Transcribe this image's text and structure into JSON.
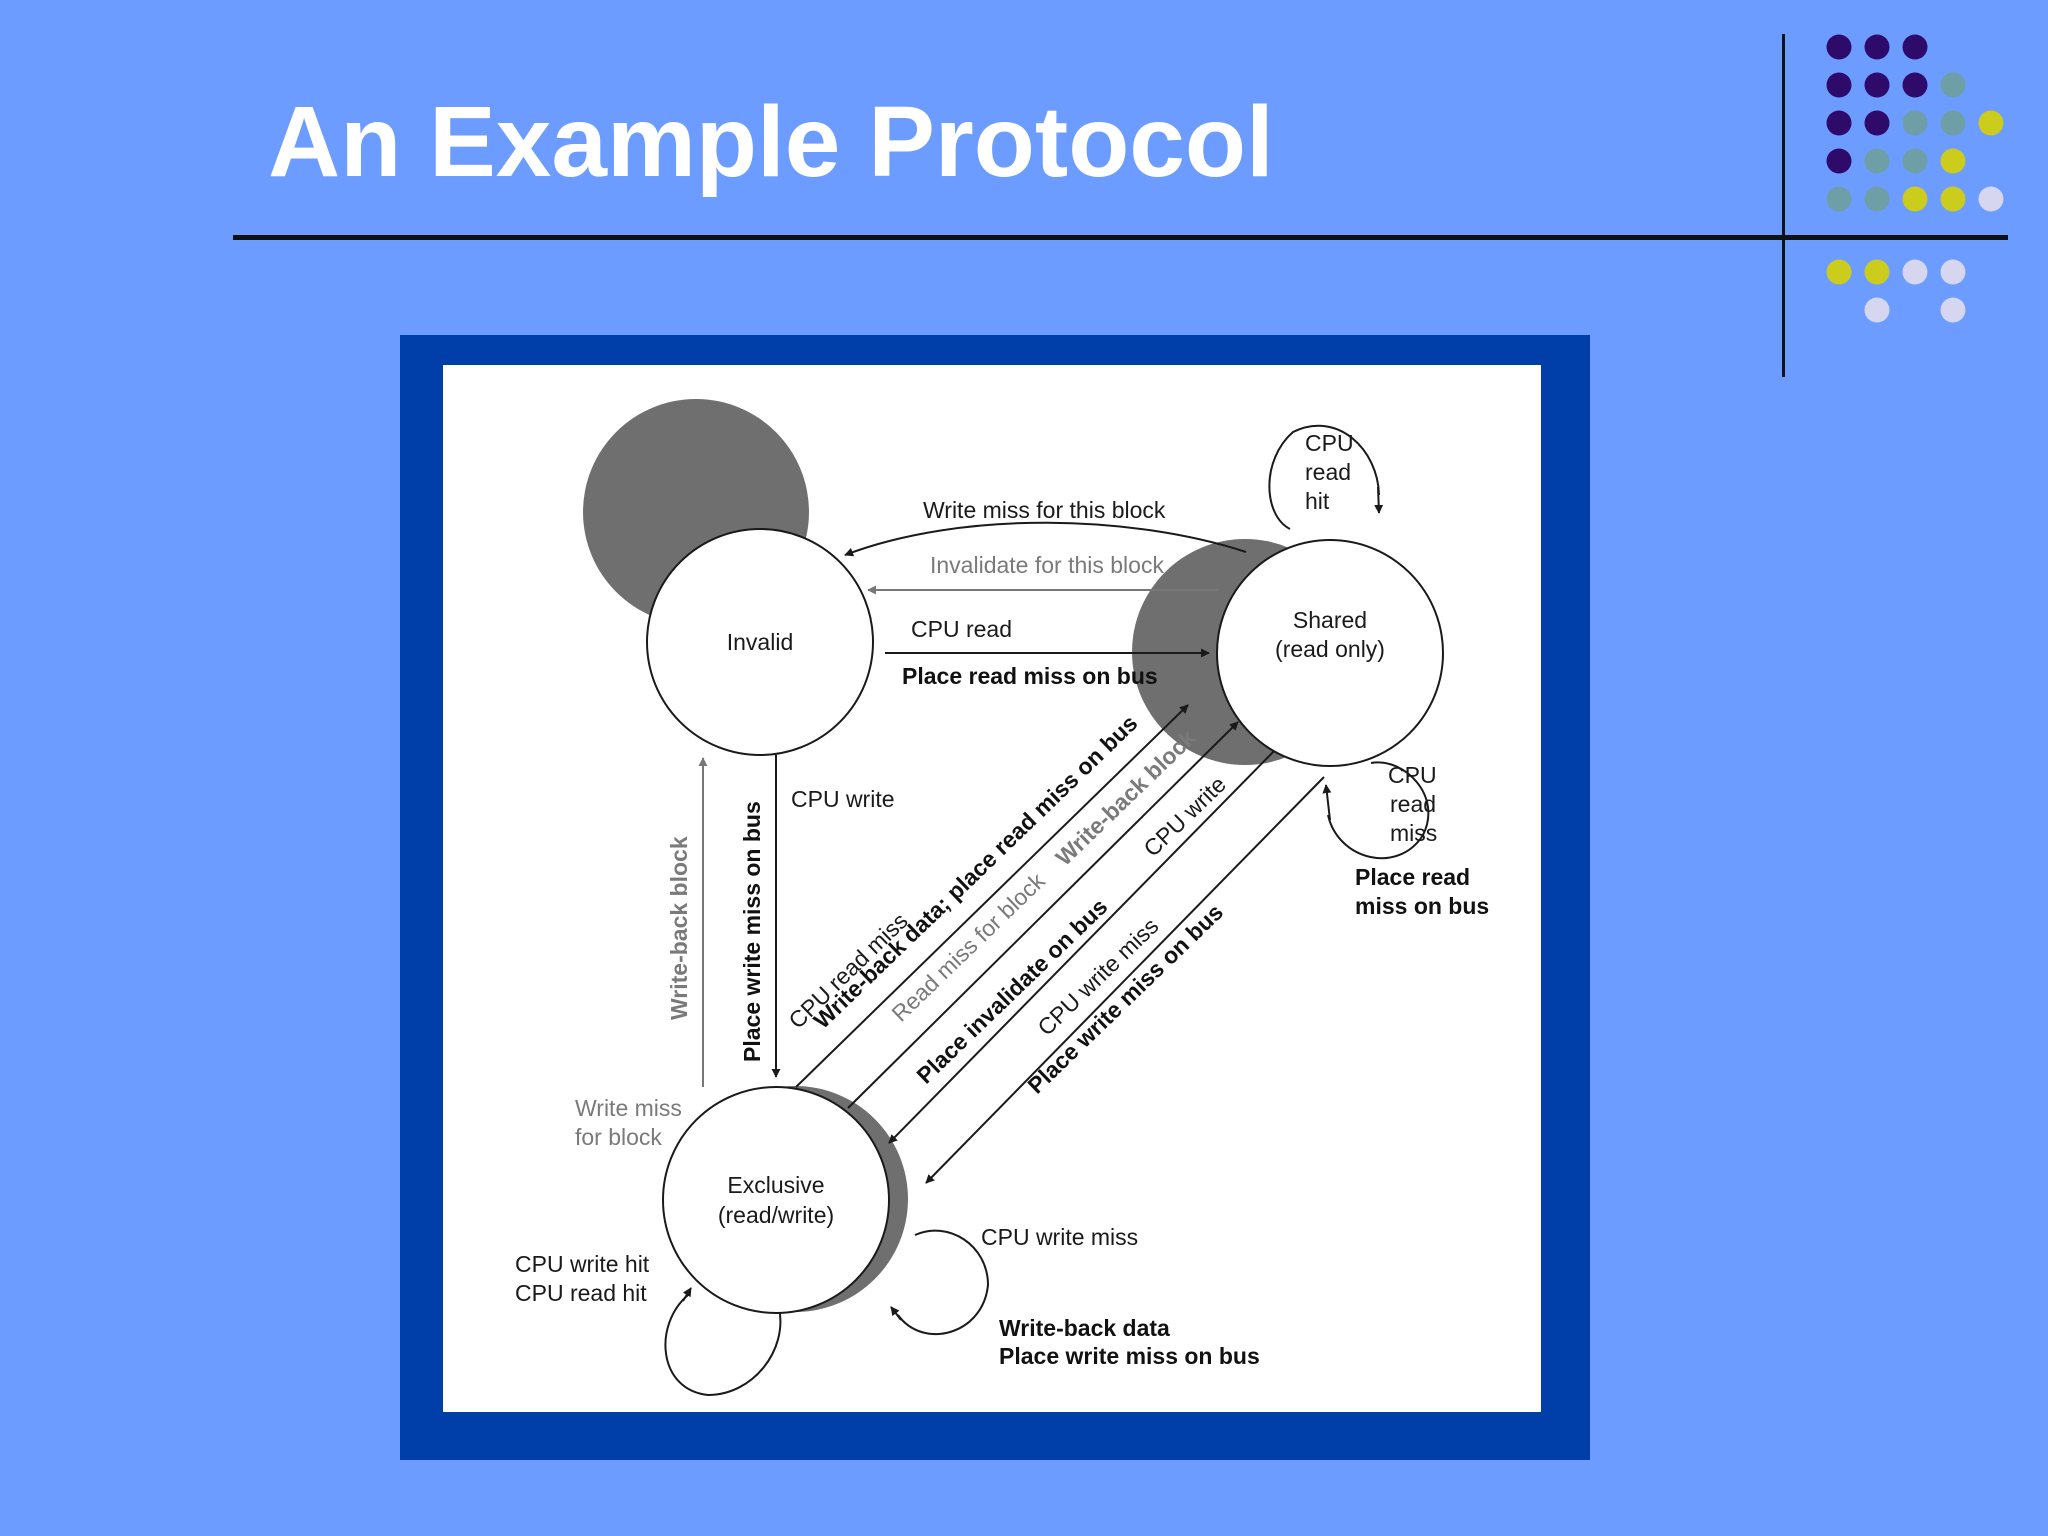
{
  "slide": {
    "title": "An Example Protocol",
    "colors": {
      "background": "#6c9cff",
      "frame": "#003eaa",
      "dot_purple": "#2e0a6a",
      "dot_teal": "#6e9fa6",
      "dot_yellow": "#cccc1c",
      "dot_lavender": "#d6d6f0"
    }
  },
  "diagram": {
    "states": {
      "invalid": "Invalid",
      "shared_line1": "Shared",
      "shared_line2": "(read only)",
      "exclusive_line1": "Exclusive",
      "exclusive_line2": "(read/write)"
    },
    "labels": {
      "write_miss_for_this_block": "Write miss for this block",
      "invalidate_for_this_block": "Invalidate for this block",
      "cpu_read": "CPU read",
      "place_read_miss_on_bus": "Place read miss on bus",
      "cpu_read_hit_1": "CPU",
      "cpu_read_hit_2": "read",
      "cpu_read_hit_3": "hit",
      "cpu_read_miss_1": "CPU",
      "cpu_read_miss_2": "read",
      "cpu_read_miss_3": "miss",
      "place_read_miss_on_bus_1": "Place read",
      "place_read_miss_on_bus_2": "miss on bus",
      "cpu_write": "CPU write",
      "place_write_miss_on_bus_vertical": "Place write miss on bus",
      "write_back_block_vertical": "Write-back block",
      "write_miss_for_block_1": "Write miss",
      "write_miss_for_block_2": "for block",
      "cpu_read_miss_diag": "CPU read miss",
      "write_back_data_place_read_miss": "Write-back data; place read miss on bus",
      "read_miss_for_block": "Read miss for block",
      "write_back_block_diag": "Write-back block",
      "cpu_write_diag": "CPU write",
      "place_invalidate_on_bus": "Place invalidate on bus",
      "cpu_write_miss_diag": "CPU write miss",
      "place_write_miss_on_bus_diag": "Place write miss on bus",
      "cpu_write_hit": "CPU write hit",
      "cpu_read_hit": "CPU read hit",
      "cpu_write_miss": "CPU write miss",
      "write_back_data": "Write-back data",
      "place_write_miss_on_bus": "Place write miss on bus"
    }
  }
}
